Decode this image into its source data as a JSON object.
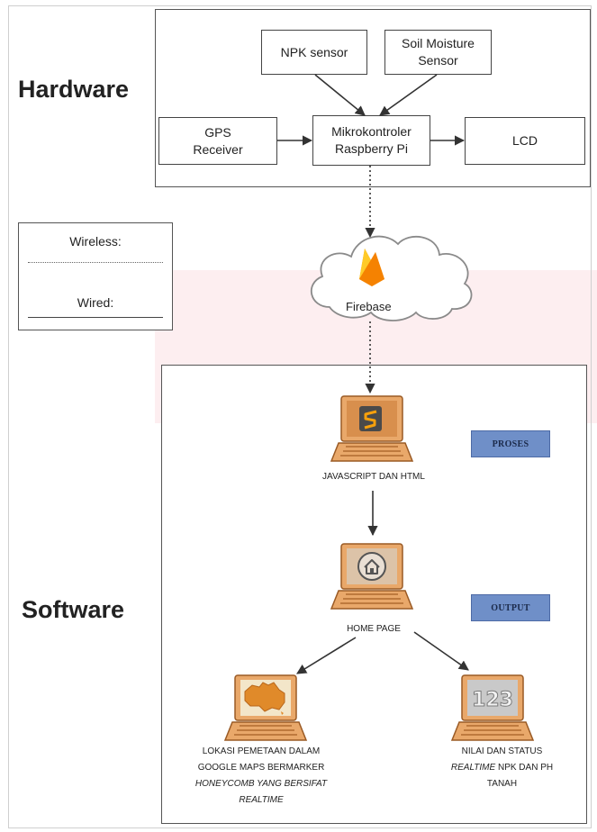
{
  "sections": {
    "hardware": "Hardware",
    "software": "Software"
  },
  "hardware": {
    "npk": "NPK  sensor",
    "soil": "Soil Moisture\nSensor",
    "gps": "GPS\nReceiver",
    "mcu": "Mikrokontroler\nRaspberry Pi",
    "lcd": "LCD"
  },
  "legend": {
    "wireless": "Wireless:",
    "wired": "Wired:"
  },
  "cloud": {
    "label": "Firebase"
  },
  "badges": {
    "proses": "PROSES",
    "output": "OUTPUT"
  },
  "software": {
    "js_caption": "JAVASCRIPT DAN HTML",
    "home_caption": "HOME PAGE",
    "map_caption": {
      "line1": "LOKASI PEMETAAN DALAM",
      "line2": "GOOGLE MAPS BERMARKER",
      "line3": "HONEYCOMB YANG BERSIFAT",
      "line4": "REALTIME"
    },
    "npk_caption": {
      "line1": "NILAI DAN STATUS",
      "line2_italic": "REALTIME",
      "line2_rest": " NPK DAN PH",
      "line3": "TANAH"
    },
    "screen_digits": "123"
  },
  "colors": {
    "laptop_orange": "#e9a86a",
    "badge_blue": "#6f8fc8",
    "firebase_yellow": "#f6a00c"
  }
}
